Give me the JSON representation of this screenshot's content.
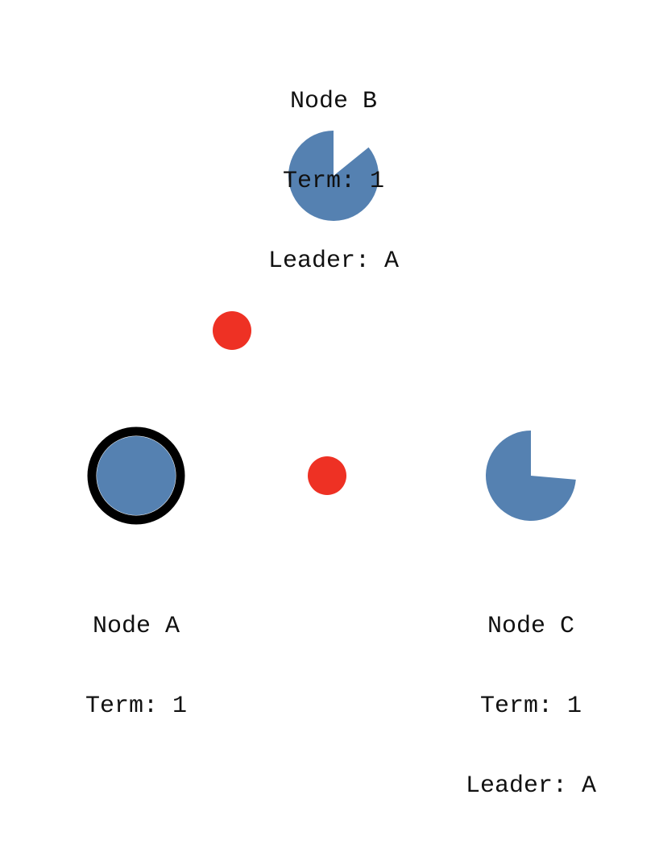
{
  "colors": {
    "node_fill": "#5581b1",
    "leader_ring": "#000000",
    "message": "#ee3124",
    "background": "#ffffff"
  },
  "nodes": {
    "a": {
      "name": "Node A",
      "term": "Term: 1",
      "role": "leader"
    },
    "b": {
      "name": "Node B",
      "term": "Term: 1",
      "leader": "Leader: A",
      "role": "follower"
    },
    "c": {
      "name": "Node C",
      "term": "Term: 1",
      "leader": "Leader: A",
      "role": "follower"
    }
  },
  "messages": [
    {
      "from": "A",
      "to": "B"
    },
    {
      "from": "A",
      "to": "C"
    }
  ]
}
